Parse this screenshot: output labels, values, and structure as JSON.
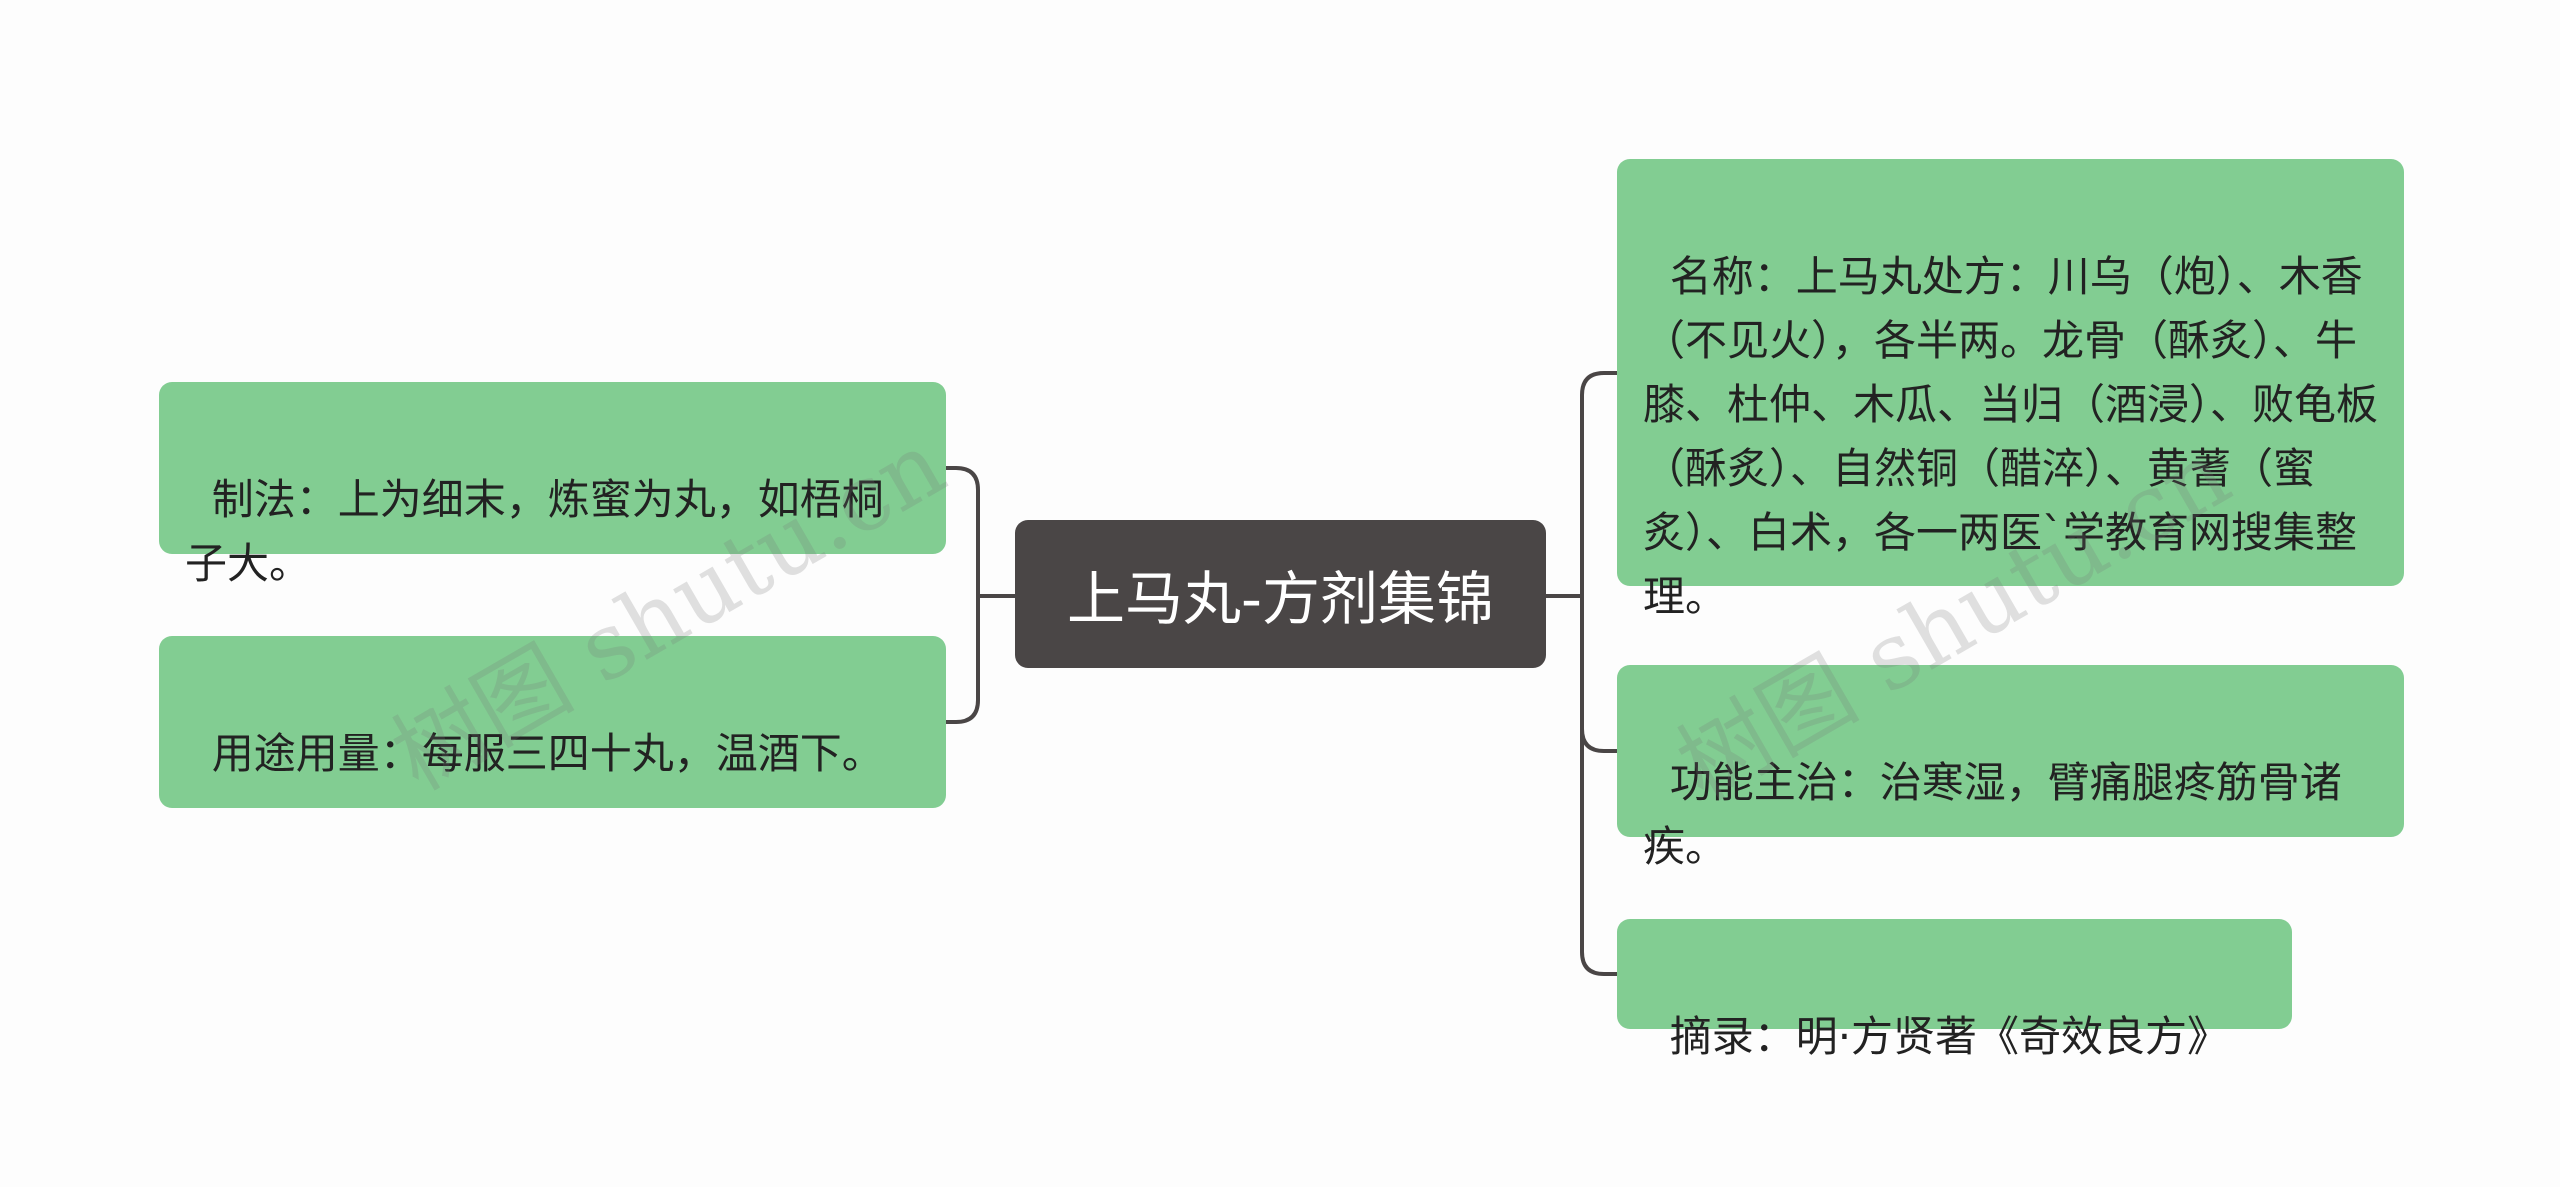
{
  "center": {
    "title": "上马丸-方剂集锦"
  },
  "left_nodes": [
    {
      "text": "制法：上为细末，炼蜜为丸，如梧桐子大。"
    },
    {
      "text": "用途用量：每服三四十丸，温酒下。"
    }
  ],
  "right_nodes": [
    {
      "text": "名称：上马丸处方：川乌（炮）、木香（不见火），各半两。龙骨（酥炙）、牛膝、杜仲、木瓜、当归（酒浸）、败龟板（酥炙）、自然铜（醋淬）、黄蓍（蜜炙）、白术，各一两医`学教育网搜集整理。"
    },
    {
      "text": "功能主治：治寒湿，臂痛腿疼筋骨诸疾。"
    },
    {
      "text": "摘录：明·方贤著《奇效良方》"
    }
  ],
  "watermarks": [
    {
      "text": "树图 shutu.cn"
    },
    {
      "text": "树图 shutu.cn"
    }
  ],
  "colors": {
    "node_fill": "#82cd92",
    "center_fill": "#4a4646",
    "connector": "#4a4646"
  }
}
